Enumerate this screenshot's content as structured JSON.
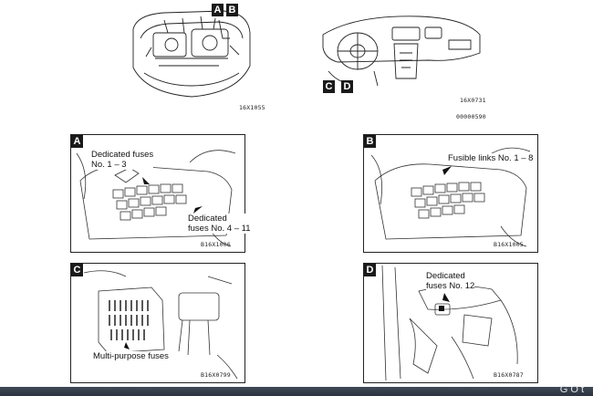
{
  "overview": {
    "engine_markers": [
      "A",
      "B"
    ],
    "dash_markers": [
      "C",
      "D"
    ],
    "engine_code": "16X1055",
    "dash_code": "16X0731",
    "doc_code": "00000590"
  },
  "panels": [
    {
      "letter": "A",
      "code": "B16X1006",
      "labels": [
        "Dedicated fuses\nNo. 1 – 3",
        "Dedicated\nfuses No. 4 – 11"
      ]
    },
    {
      "letter": "B",
      "code": "B16X1005",
      "labels": [
        "Fusible links No. 1 – 8"
      ]
    },
    {
      "letter": "C",
      "code": "B16X0799",
      "labels": [
        "Multi-purpose fuses"
      ]
    },
    {
      "letter": "D",
      "code": "B16X0787",
      "labels": [
        "Dedicated\nfuses No. 12"
      ]
    }
  ],
  "footer": {
    "text": "G  O   t"
  }
}
